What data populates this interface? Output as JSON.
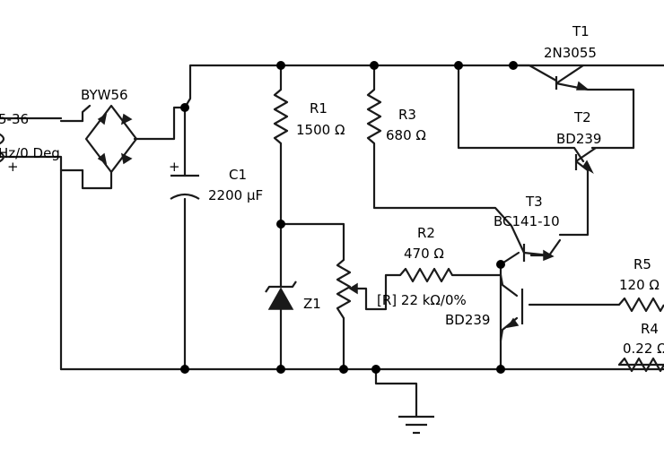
{
  "source_label": {
    "line1": "5-36",
    "line2": "Hz/0 Deg"
  },
  "bridge": {
    "name": "BYW56"
  },
  "c1": {
    "name": "C1",
    "value": "2200 μF",
    "plus": "+"
  },
  "r1": {
    "name": "R1",
    "value": "1500 Ω"
  },
  "r3": {
    "name": "R3",
    "value": "680 Ω"
  },
  "r2": {
    "name": "R2",
    "value": "470 Ω"
  },
  "pot": {
    "label": "[R] 22 kΩ/0%"
  },
  "z1": {
    "name": "Z1"
  },
  "t1": {
    "name": "T1",
    "part": "2N3055"
  },
  "t2": {
    "name": "T2",
    "part": "BD239"
  },
  "t3": {
    "name": "T3",
    "part": "BC141-10"
  },
  "t4": {
    "part": "BD239"
  },
  "r5": {
    "name": "R5",
    "value": "120 Ω"
  },
  "r4": {
    "name": "R4",
    "value": "0.22 Ω"
  },
  "source_plus": "+"
}
